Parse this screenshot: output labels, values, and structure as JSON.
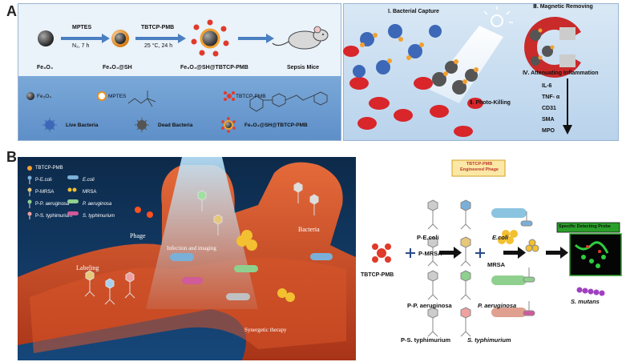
{
  "panel_a": {
    "letter": "A",
    "reaction": {
      "step1_reagent": "MPTES",
      "step1_cond": "N₂, 7 h",
      "step2_reagent": "TBTCP-PMB",
      "step2_cond": "25 °C, 24 h",
      "labels": [
        "Fe₃O₄",
        "Fe₃O₄@SH",
        "Fe₃O₄@SH@TBTCP-PMB",
        "Sepsis Mice"
      ]
    },
    "legend": {
      "fe3o4": "Fe₃O₄",
      "mptes": "MPTES",
      "tbtcp": "TBTCP-PMB",
      "live": "Live Bacteria",
      "dead": "Dead Bacteria",
      "nano": "Fe₃O₄@SH@TBTCP-PMB"
    },
    "right": {
      "capture": "Ⅰ. Bacterial Capture",
      "removing": "Ⅲ. Magnetic Removing",
      "killing": "Ⅱ. Photo-Killing",
      "attenuating": "Ⅳ. Attenuating Inflammation",
      "markers": [
        "IL-6",
        "TNF- α",
        "CD31",
        "SMA",
        "MPO"
      ]
    }
  },
  "panel_b": {
    "letter": "B",
    "left_legend": [
      "TBTCP-PMB",
      "P-E.coli",
      "P-MRSA",
      "P-P. aeruginosa",
      "P-S. typhimurium",
      "E.coli",
      "MRSA",
      "P. aeruginosa",
      "S. typhimurium"
    ],
    "scene_labels": {
      "phage": "Phage",
      "labeling": "Labeling",
      "infection": "Infection and imaging",
      "bacteria": "Bacteria",
      "synergetic": "Synergetic therapy"
    },
    "scheme": {
      "tbtcp": "TBTCP-PMB",
      "engineered": "TBTCP-PMB\nEngineered Phage",
      "phages": [
        "P-E.coli",
        "P-MRSA",
        "P-P. aeruginosa",
        "P-S. typhimurium"
      ],
      "bacteria": [
        "E.coli",
        "MRSA",
        "P. aeruginosa",
        "S. typhimurium"
      ],
      "probe": "Specific Detecting Probe",
      "mutans": "S. mutans"
    }
  },
  "colors": {
    "panel_a_top": "#e9f1f8",
    "panel_a_bottom": "#6f9fd3",
    "panel_a_right": "#c6dcf0",
    "arrow_blue": "#4a7fc1",
    "vessel": "#c74a2a",
    "probe_border": "#2aa02a"
  }
}
